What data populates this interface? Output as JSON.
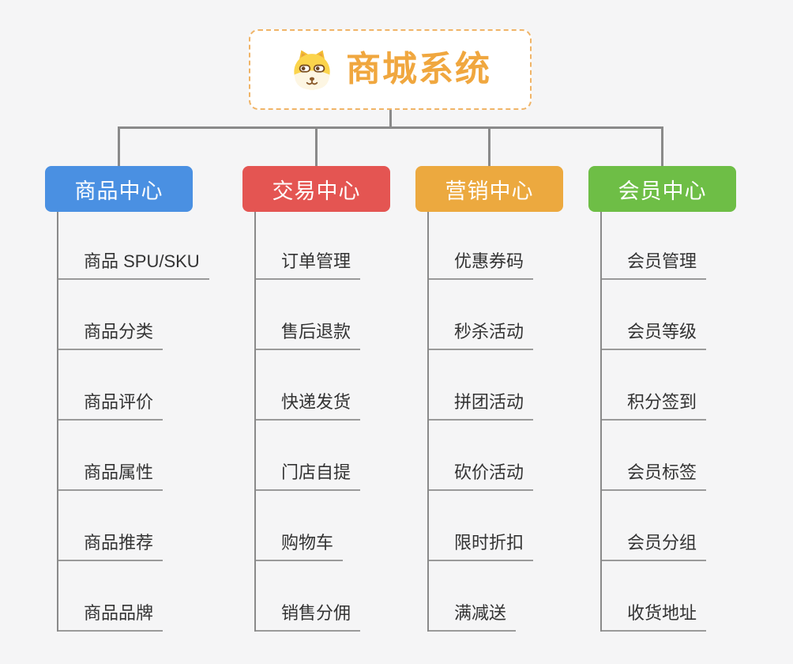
{
  "root": {
    "title": "商城系统",
    "icon": "dog-face-icon",
    "text_color": "#F0A73F",
    "border_color": "#F0B467"
  },
  "branches": [
    {
      "label": "商品中心",
      "color": "#4A90E2",
      "items": [
        "商品 SPU/SKU",
        "商品分类",
        "商品评价",
        "商品属性",
        "商品推荐",
        "商品品牌"
      ]
    },
    {
      "label": "交易中心",
      "color": "#E45552",
      "items": [
        "订单管理",
        "售后退款",
        "快递发货",
        "门店自提",
        "购物车",
        "销售分佣"
      ]
    },
    {
      "label": "营销中心",
      "color": "#ECA93F",
      "items": [
        "优惠券码",
        "秒杀活动",
        "拼团活动",
        "砍价活动",
        "限时折扣",
        "满减送"
      ]
    },
    {
      "label": "会员中心",
      "color": "#6EBE46",
      "items": [
        "会员管理",
        "会员等级",
        "积分签到",
        "会员标签",
        "会员分组",
        "收货地址"
      ]
    }
  ],
  "colors": {
    "connector": "#8A8A8A",
    "underline": "#9A9A9A",
    "leaf_text": "#333333",
    "background": "#F5F5F6",
    "root_bg": "#FFFFFF"
  }
}
